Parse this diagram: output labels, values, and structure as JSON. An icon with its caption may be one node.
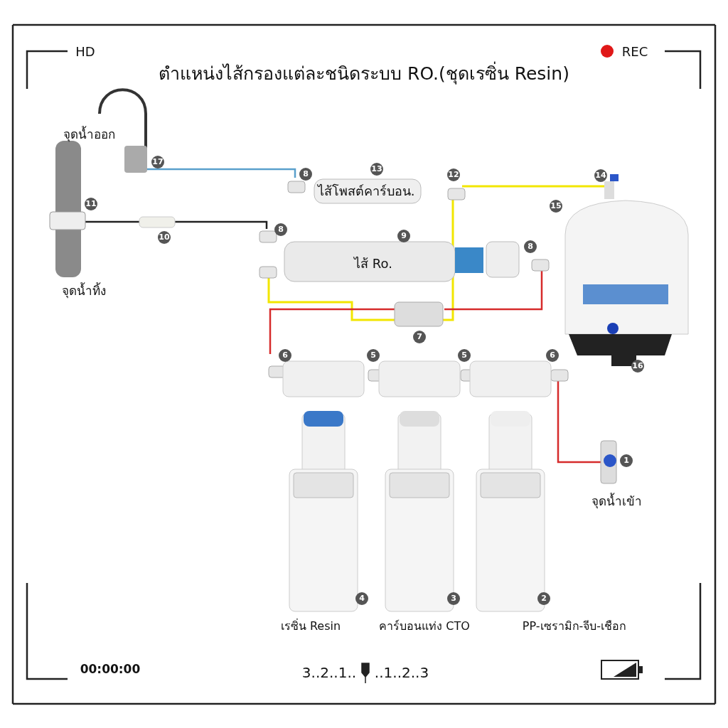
{
  "diagram": {
    "title": "ตำแหน่งไส้กรองแต่ละชนิดระบบ RO.(ชุดเรซิ่น Resin)",
    "labels": [
      "HD",
      "REC",
      "จุดน้ำออก",
      "17",
      "8",
      "13",
      "ไส้โพสต์คาร์บอน.",
      "12",
      "14",
      "11",
      "15",
      "10",
      "8",
      "9",
      "ไส้ Ro.",
      "8",
      "จุดน้ำทิ้ง",
      "7",
      "6",
      "5",
      "5",
      "6",
      "16",
      "1",
      "จุดน้ำเข้า",
      "4",
      "3",
      "2",
      "เรซิ่น Resin",
      "คาร์บอนแท่ง CTO",
      "PP-เซรามิก-จีบ-เชือก",
      "00:00:00",
      "3..2..1..",
      "..1..2..3"
    ]
  }
}
